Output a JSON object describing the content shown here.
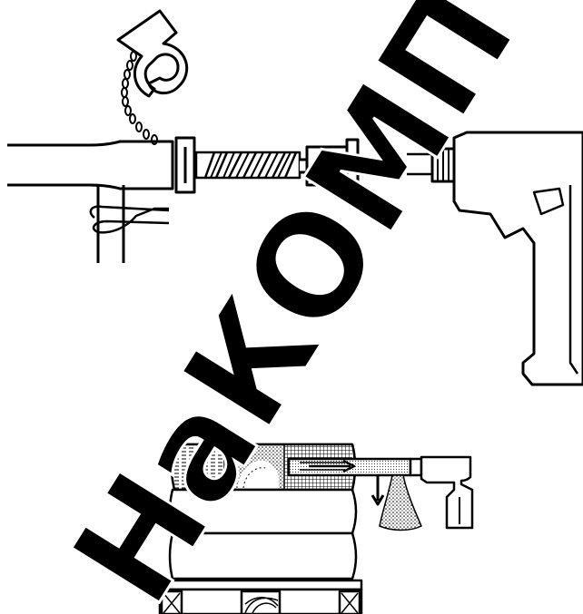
{
  "watermark": {
    "text": "НаКОМП",
    "color": "#000000"
  },
  "colors": {
    "line": "#000000",
    "fill": "#ffffff"
  },
  "illustration": {
    "top": {
      "parts": [
        "probe-tube",
        "support-stand",
        "t-clamp",
        "clamp-chain",
        "auger-spiral",
        "spiral-shaft",
        "drill-chuck",
        "handheld-drill"
      ]
    },
    "bottom": {
      "parts": [
        "bale-stack",
        "sampling-auger",
        "mini-drill",
        "sample-spill",
        "down-arrow-icon",
        "pallet"
      ]
    }
  }
}
